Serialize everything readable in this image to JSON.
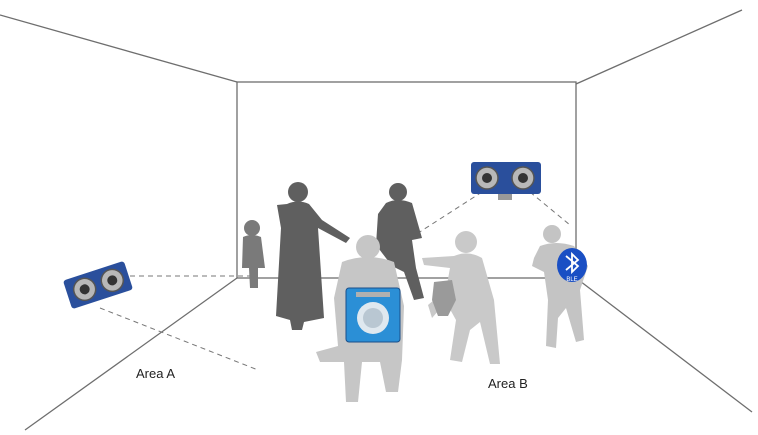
{
  "labels": {
    "area_a": "Area A",
    "area_b": "Area B",
    "ble_badge": "BLE"
  },
  "icons": {
    "ultrasonic_sensor": "ultrasonic-sensor-icon",
    "pir_sensor": "pir-motion-sensor-icon",
    "bluetooth": "bluetooth-icon"
  },
  "colors": {
    "room_lines": "#6e6e6e",
    "dark_silhouette": "#5f5f5f",
    "light_silhouette": "#c4c4c4",
    "sensor_board": "#2a4f9c",
    "ble_badge": "#1a4fc4"
  }
}
